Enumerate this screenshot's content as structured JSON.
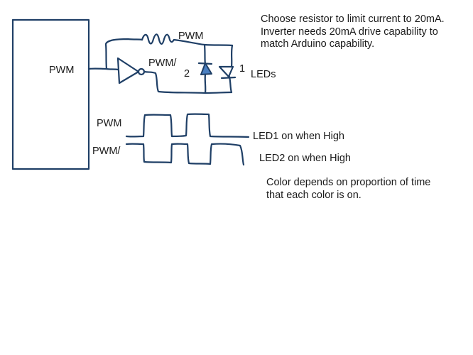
{
  "labels": {
    "arduino_pwm": "PWM",
    "resistor_pwm": "PWM",
    "inverter_pwm_bar": "PWM/",
    "led2_number": "2",
    "led1_number": "1",
    "leds": "LEDs",
    "wave_pwm": "PWM",
    "wave_pwm_bar": "PWM/",
    "led1_on": "LED1 on when High",
    "led2_on": "LED2 on when High"
  },
  "notes": {
    "top_line1": "Choose resistor to limit current to 20mA.",
    "top_line2": "Inverter needs 20mA drive capability to",
    "top_line3": "match Arduino capability.",
    "bottom_line1": "Color depends on proportion of time",
    "bottom_line2": "that each color is on."
  },
  "colors": {
    "ink": "#1f3f66",
    "led_fill": "#4a7fc1",
    "text": "#1a1a1a"
  }
}
